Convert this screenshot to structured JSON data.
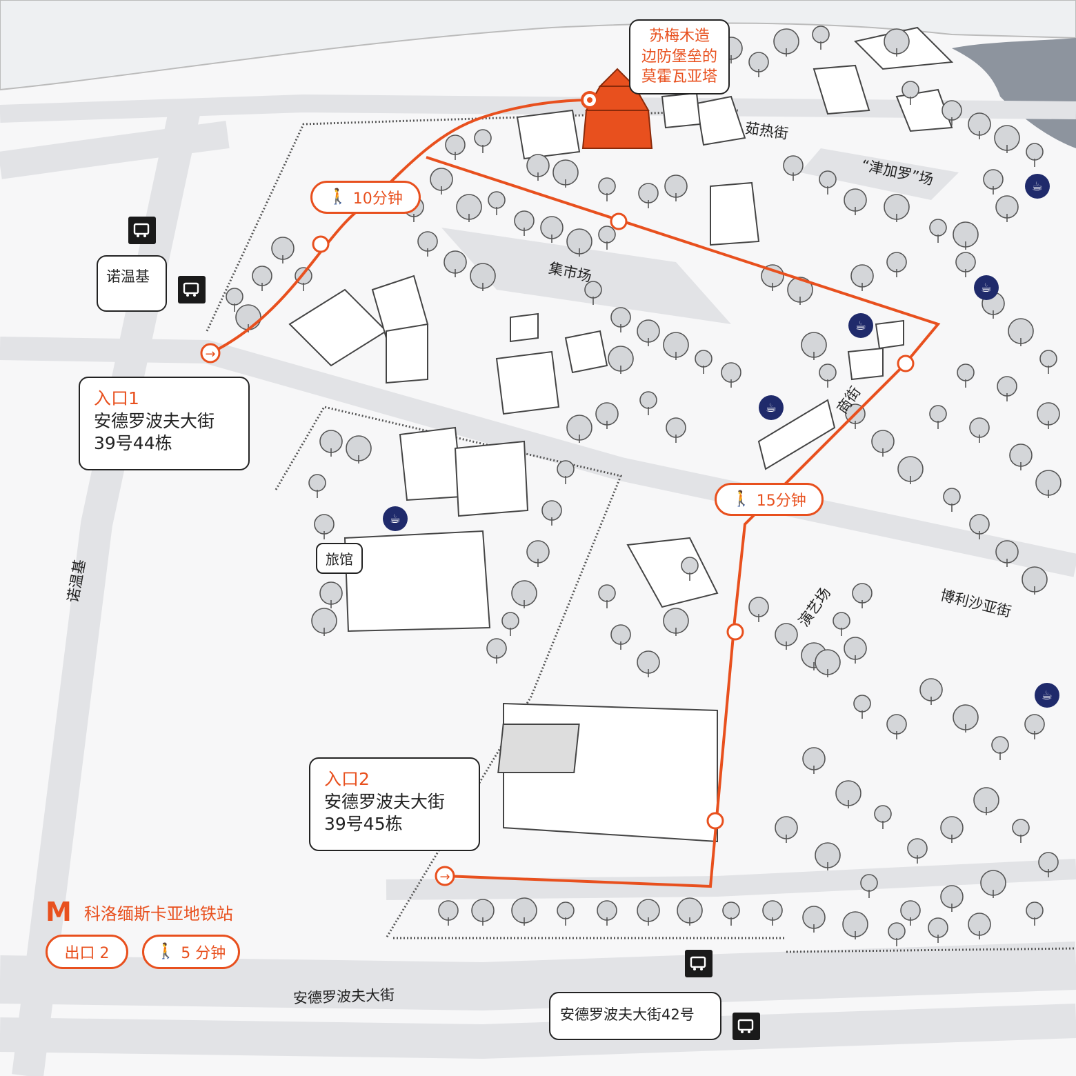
{
  "landmark": {
    "tower_label": [
      "苏梅木造",
      "边防堡垒的",
      "莫霍瓦亚塔"
    ]
  },
  "streets": {
    "rujie": "茹热街",
    "jinjialuo": "“津加罗”场",
    "jishi": "集市场",
    "shangjie": "商街",
    "boli": "博利沙亚街",
    "yanyi": "演艺场",
    "nuowenji_vertical": "诺温基",
    "andeluo": "安德罗波夫大街"
  },
  "places": {
    "hotel": "旅馆"
  },
  "bus_stops": {
    "nuowenji": "诺温基",
    "andeluo42": "安德罗波夫大街42号"
  },
  "entrances": {
    "e1": {
      "title": "入口1",
      "line1": "安德罗波夫大街",
      "line2": "39号44栋"
    },
    "e2": {
      "title": "入口2",
      "line1": "安德罗波夫大街",
      "line2": "39号45栋"
    }
  },
  "walk_times": {
    "route1": "10分钟",
    "route2": "15分钟"
  },
  "metro": {
    "symbol": "M",
    "station": "科洛缅斯卡亚地铁站",
    "exit": "出口 2",
    "walk": "5 分钟"
  },
  "colors": {
    "accent": "#e8501e",
    "cafe": "#1f2a6b",
    "water": "#8d949e",
    "road": "#e2e3e6"
  },
  "icons": {
    "walk": "walking-person-icon",
    "bus": "bus-icon",
    "cafe": "coffee-cup-icon",
    "entrance": "arrow-right-icon"
  }
}
